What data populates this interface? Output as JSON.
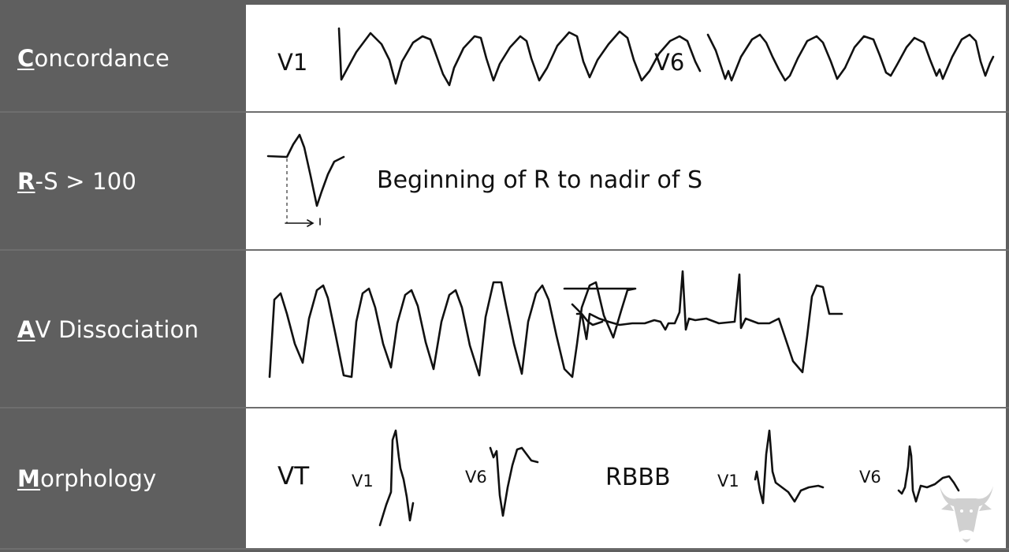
{
  "rows": [
    {
      "initial": "C",
      "rest": "oncordance",
      "leads": [
        "V1",
        "V6"
      ]
    },
    {
      "initial": "R",
      "rest": "-S > 100",
      "description": "Beginning of R to nadir of S"
    },
    {
      "initial": "A",
      "rest": "V Dissociation"
    },
    {
      "initial": "M",
      "rest": "orphology",
      "vt_label": "VT",
      "rbbb_label": "RBBB",
      "leads": [
        "V1",
        "V6",
        "V1",
        "V6"
      ]
    }
  ],
  "colors": {
    "label_column_bg": "#5f5f5f",
    "label_text": "#ffffff",
    "content_bg": "#ffffff",
    "ink": "#111111"
  },
  "logo": "bull-head-icon"
}
